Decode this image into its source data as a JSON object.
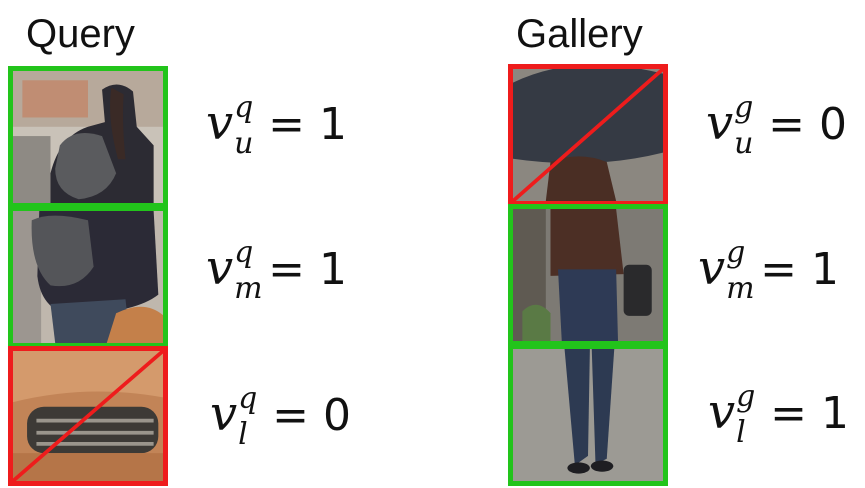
{
  "query": {
    "title": "Query",
    "rows": [
      {
        "sup": "q",
        "sub": "u",
        "value": "1",
        "visible": true
      },
      {
        "sup": "q",
        "sub": "m",
        "value": "1",
        "visible": true
      },
      {
        "sup": "q",
        "sub": "l",
        "value": "0",
        "visible": false
      }
    ]
  },
  "gallery": {
    "title": "Gallery",
    "rows": [
      {
        "sup": "g",
        "sub": "u",
        "value": "0",
        "visible": false
      },
      {
        "sup": "g",
        "sub": "m",
        "value": "1",
        "visible": true
      },
      {
        "sup": "g",
        "sub": "l",
        "value": "1",
        "visible": true
      }
    ]
  },
  "symbol": "v",
  "colors": {
    "visible_border": "#22c41b",
    "invisible_border": "#ee1c1c"
  }
}
